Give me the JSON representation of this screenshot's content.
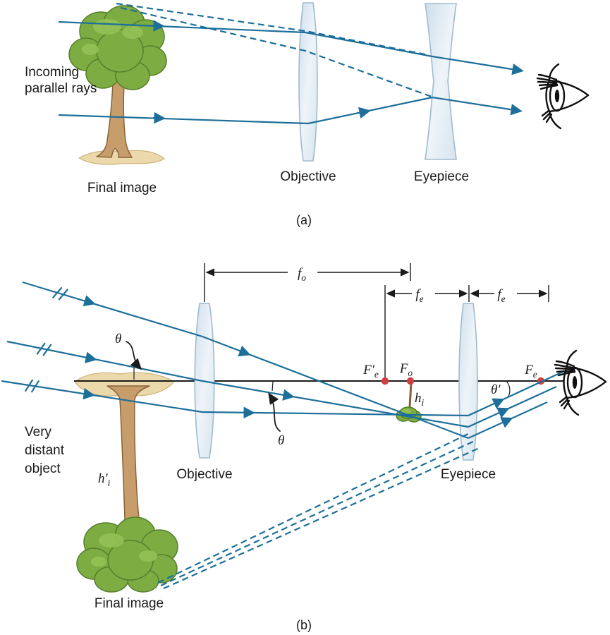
{
  "figure": {
    "description_a": "Galilean telescope ray diagram (convex objective, concave eyepiece)",
    "description_b": "Astronomical telescope ray diagram (two convex lenses)"
  },
  "colors": {
    "ray_blue": "#1d6f9a",
    "ink_black": "#1a1a1a",
    "lens_edge": "#9fbccb",
    "focal_dot_red": "#cf3f3f",
    "leaf_green": "#7cac42",
    "leaf_highlight": "#93c155",
    "leaf_edge": "#557f2d",
    "trunk_brown": "#c79e6b",
    "trunk_edge": "#8a6239",
    "ground_tan": "#ecd9ab",
    "ground_edge": "#cfb27c"
  },
  "part_a": {
    "incoming_line1": "Incoming",
    "incoming_line2": "parallel rays",
    "final_image": "Final image",
    "objective": "Objective",
    "eyepiece": "Eyepiece",
    "caption": "(a)"
  },
  "part_b": {
    "very_line1": "Very",
    "very_line2": "distant",
    "very_line3": "object",
    "final_image": "Final image",
    "objective": "Objective",
    "eyepiece": "Eyepiece",
    "caption": "(b)",
    "theta": "θ",
    "theta_prime": "θ′",
    "f_o": {
      "base": "f",
      "sub": "o"
    },
    "f_e": {
      "base": "f",
      "sub": "e"
    },
    "F_e_prime": {
      "base": "F′",
      "sub": "e"
    },
    "F_o": {
      "base": "F",
      "sub": "o"
    },
    "F_e": {
      "base": "F",
      "sub": "e"
    },
    "h_i": {
      "base": "h",
      "sub": "i"
    },
    "h_i_prime": {
      "base": "h′",
      "sub": "i"
    }
  }
}
